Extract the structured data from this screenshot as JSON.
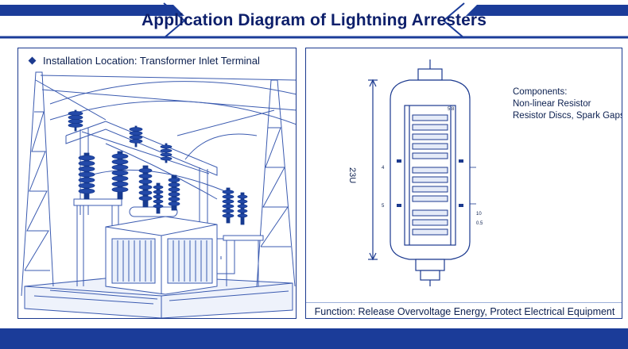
{
  "header": {
    "title": "Application Diagram of Lightning Arresters"
  },
  "left_panel": {
    "location_label": "Installation Location: Transformer Inlet Terminal"
  },
  "right_panel": {
    "components_heading": "Components:",
    "components": [
      "Non-linear Resistor",
      "Resistor Discs, Spark Gaps"
    ],
    "dimension_label": "23U",
    "small_labels": [
      "5 8",
      "4",
      "5",
      "10",
      "0.5"
    ],
    "function_label": "Function: Release Overvoltage Energy, Protect Electrical Equipment"
  },
  "colors": {
    "primary": "#1b3c99",
    "line": "#1c3a8f",
    "sketch": "#3b5bb0",
    "insulator": "#2349a8",
    "title": "#0d1f6b"
  },
  "icons": [
    "diamond-bullet-icon"
  ]
}
